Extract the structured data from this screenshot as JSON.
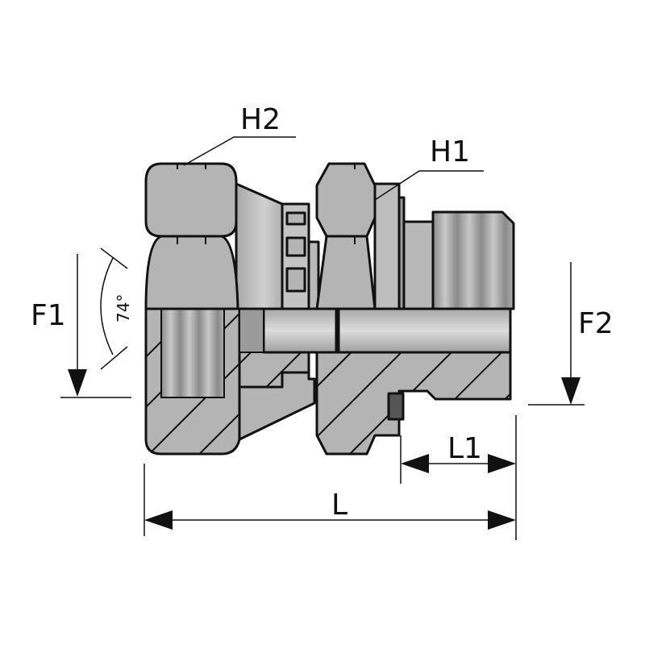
{
  "title": "Swivel female adapter fitting – dimensional drawing",
  "labels": {
    "h2": "H2",
    "h1": "H1",
    "f1": "F1",
    "f2": "F2",
    "l1": "L1",
    "l": "L",
    "angle": "74°"
  },
  "colors": {
    "body": "#b4b4b4",
    "body_light": "#cfcfcf",
    "outline": "#111111",
    "seal": "#555555"
  }
}
